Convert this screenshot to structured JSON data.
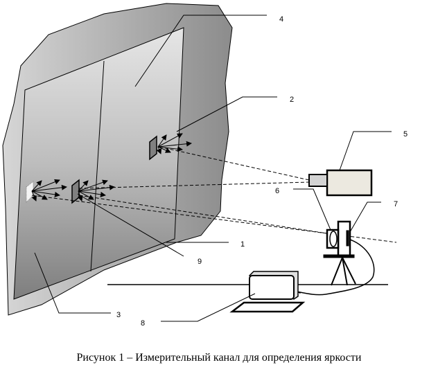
{
  "labels": {
    "l1": "1",
    "l2": "2",
    "l3": "3",
    "l4": "4",
    "l5": "5",
    "l6": "6",
    "l7": "7",
    "l8": "8",
    "l9": "9"
  },
  "caption": "Рисунок 1 – Измерительный канал для определения яркости"
}
